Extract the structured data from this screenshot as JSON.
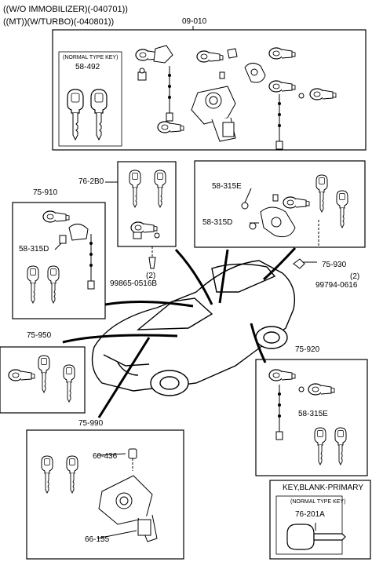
{
  "header": {
    "line1": "((W/O IMMOBILIZER)(-040701))",
    "line2": "((MT))(W/TURBO)(-040801))"
  },
  "callouts": {
    "c09010": "09-010",
    "c58492": "58-492",
    "normal_key_1": "(NORMAL TYPE KEY)",
    "c762b0": "76-2B0",
    "c75910": "75-910",
    "c58315d_left": "58-315D",
    "c99865": "99865-0516B",
    "qty2_left": "(2)",
    "c58315e_top": "58-315E",
    "c58315d_right": "58-315D",
    "c75930": "75-930",
    "qty2_right": "(2)",
    "c99794": "99794-0616",
    "c75950": "75-950",
    "c75920": "75-920",
    "c58315e_bottom": "58-315E",
    "c75990": "75-990",
    "c60436": "60-436",
    "c66155": "66-155",
    "key_blank_title": "KEY,BLANK-PRIMARY",
    "normal_key_2": "(NORMAL TYPE KEY)",
    "c76201a": "76-201A"
  }
}
